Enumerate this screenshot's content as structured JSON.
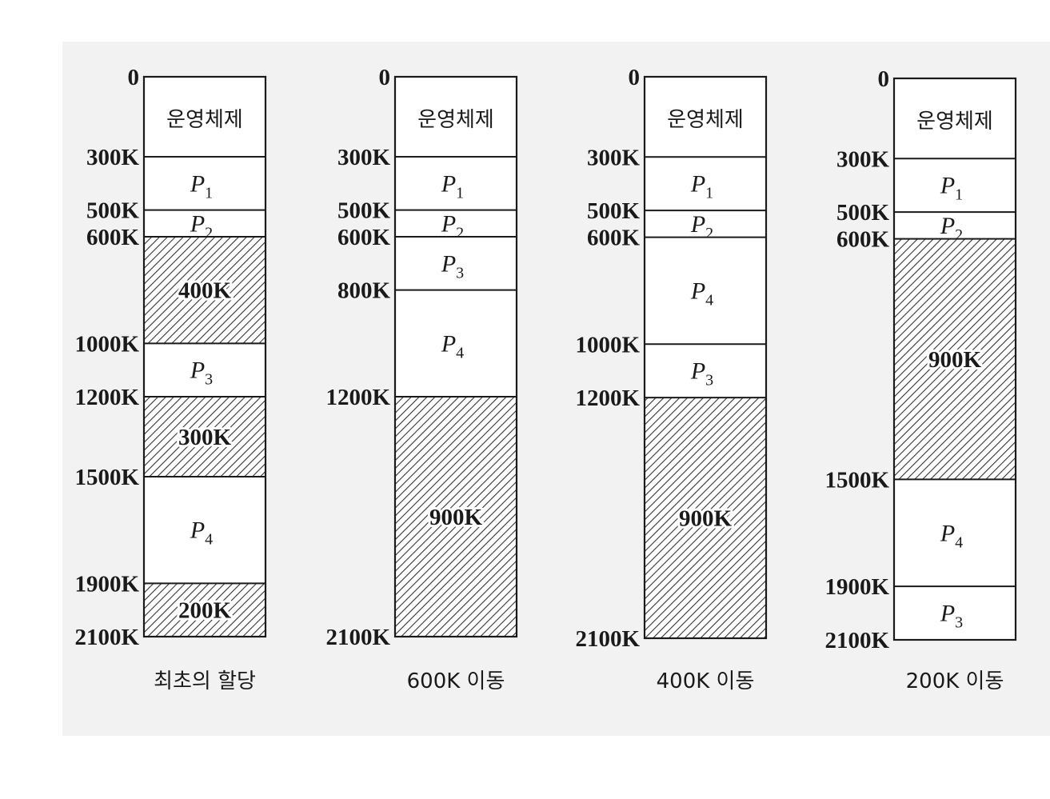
{
  "hatch_color": "#333333",
  "line_color": "#1a1a1a",
  "memory_max": 2100,
  "columns": [
    {
      "caption": "최초의 할당",
      "segments": [
        {
          "start": 0,
          "end": 300,
          "kind": "os",
          "label": "운영체제"
        },
        {
          "start": 300,
          "end": 500,
          "kind": "process",
          "name": "P",
          "sub": "1"
        },
        {
          "start": 500,
          "end": 600,
          "kind": "process",
          "name": "P",
          "sub": "2"
        },
        {
          "start": 600,
          "end": 1000,
          "kind": "hole",
          "label": "400K"
        },
        {
          "start": 1000,
          "end": 1200,
          "kind": "process",
          "name": "P",
          "sub": "3"
        },
        {
          "start": 1200,
          "end": 1500,
          "kind": "hole",
          "label": "300K"
        },
        {
          "start": 1500,
          "end": 1900,
          "kind": "process",
          "name": "P",
          "sub": "4"
        },
        {
          "start": 1900,
          "end": 2100,
          "kind": "hole",
          "label": "200K"
        }
      ],
      "addresses": [
        {
          "value": 0,
          "label": "0"
        },
        {
          "value": 300,
          "label": "300K"
        },
        {
          "value": 500,
          "label": "500K"
        },
        {
          "value": 600,
          "label": "600K"
        },
        {
          "value": 1000,
          "label": "1000K"
        },
        {
          "value": 1200,
          "label": "1200K"
        },
        {
          "value": 1500,
          "label": "1500K"
        },
        {
          "value": 1900,
          "label": "1900K"
        },
        {
          "value": 2100,
          "label": "2100K"
        }
      ]
    },
    {
      "caption": "600K 이동",
      "segments": [
        {
          "start": 0,
          "end": 300,
          "kind": "os",
          "label": "운영체제"
        },
        {
          "start": 300,
          "end": 500,
          "kind": "process",
          "name": "P",
          "sub": "1"
        },
        {
          "start": 500,
          "end": 600,
          "kind": "process",
          "name": "P",
          "sub": "2"
        },
        {
          "start": 600,
          "end": 800,
          "kind": "process",
          "name": "P",
          "sub": "3"
        },
        {
          "start": 800,
          "end": 1200,
          "kind": "process",
          "name": "P",
          "sub": "4"
        },
        {
          "start": 1200,
          "end": 2100,
          "kind": "hole",
          "label": "900K"
        }
      ],
      "addresses": [
        {
          "value": 0,
          "label": "0"
        },
        {
          "value": 300,
          "label": "300K"
        },
        {
          "value": 500,
          "label": "500K"
        },
        {
          "value": 600,
          "label": "600K"
        },
        {
          "value": 800,
          "label": "800K"
        },
        {
          "value": 1200,
          "label": "1200K"
        },
        {
          "value": 2100,
          "label": "2100K"
        }
      ]
    },
    {
      "caption": "400K 이동",
      "segments": [
        {
          "start": 0,
          "end": 300,
          "kind": "os",
          "label": "운영체제"
        },
        {
          "start": 300,
          "end": 500,
          "kind": "process",
          "name": "P",
          "sub": "1"
        },
        {
          "start": 500,
          "end": 600,
          "kind": "process",
          "name": "P",
          "sub": "2"
        },
        {
          "start": 600,
          "end": 1000,
          "kind": "process",
          "name": "P",
          "sub": "4"
        },
        {
          "start": 1000,
          "end": 1200,
          "kind": "process",
          "name": "P",
          "sub": "3"
        },
        {
          "start": 1200,
          "end": 2100,
          "kind": "hole",
          "label": "900K"
        }
      ],
      "addresses": [
        {
          "value": 0,
          "label": "0"
        },
        {
          "value": 300,
          "label": "300K"
        },
        {
          "value": 500,
          "label": "500K"
        },
        {
          "value": 600,
          "label": "600K"
        },
        {
          "value": 1000,
          "label": "1000K"
        },
        {
          "value": 1200,
          "label": "1200K"
        },
        {
          "value": 2100,
          "label": "2100K"
        }
      ]
    },
    {
      "caption": "200K 이동",
      "segments": [
        {
          "start": 0,
          "end": 300,
          "kind": "os",
          "label": "운영체제"
        },
        {
          "start": 300,
          "end": 500,
          "kind": "process",
          "name": "P",
          "sub": "1"
        },
        {
          "start": 500,
          "end": 600,
          "kind": "process",
          "name": "P",
          "sub": "2"
        },
        {
          "start": 600,
          "end": 1500,
          "kind": "hole",
          "label": "900K"
        },
        {
          "start": 1500,
          "end": 1900,
          "kind": "process",
          "name": "P",
          "sub": "4"
        },
        {
          "start": 1900,
          "end": 2100,
          "kind": "process",
          "name": "P",
          "sub": "3"
        }
      ],
      "addresses": [
        {
          "value": 0,
          "label": "0"
        },
        {
          "value": 300,
          "label": "300K"
        },
        {
          "value": 500,
          "label": "500K"
        },
        {
          "value": 600,
          "label": "600K"
        },
        {
          "value": 1500,
          "label": "1500K"
        },
        {
          "value": 1900,
          "label": "1900K"
        },
        {
          "value": 2100,
          "label": "2100K"
        }
      ]
    }
  ]
}
